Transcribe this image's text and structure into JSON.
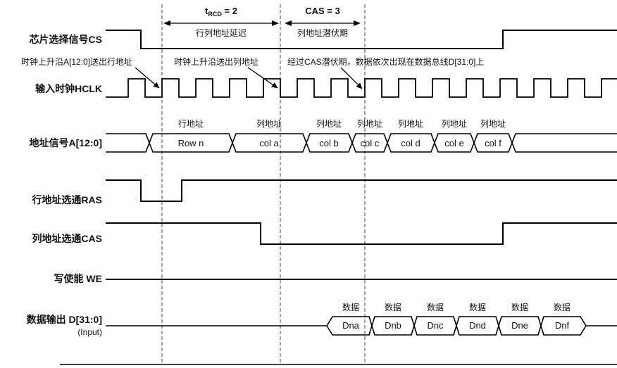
{
  "timing": {
    "trcd": {
      "prefix": "t",
      "sub": "RCD",
      "rest": " = 2",
      "desc": "行列地址延迟"
    },
    "casl": {
      "label": "CAS = 3",
      "desc": "列地址潜伏期"
    }
  },
  "notes": {
    "row_note": "时钟上升沿A[12:0]送出行地址",
    "col_note": "时钟上升沿送出列地址",
    "data_note": "经过CAS潜伏期，数据依次出现在数据总线D[31:0]上"
  },
  "signals": {
    "cs": "芯片选择信号CS",
    "hclk": "输入时钟HCLK",
    "addr": "地址信号A[12:0]",
    "ras": "行地址选通RAS",
    "cas": "列地址选通CAS",
    "we": "写使能  WE",
    "data": "数据输出 D[31:0]",
    "data_sub": "(Input)"
  },
  "addr_bus": {
    "segments": [
      {
        "label": "行地址",
        "value": "Row n"
      },
      {
        "label": "列地址",
        "value": "col a"
      },
      {
        "label": "列地址",
        "value": "col b"
      },
      {
        "label": "列地址",
        "value": "col c"
      },
      {
        "label": "列地址",
        "value": "col d"
      },
      {
        "label": "列地址",
        "value": "col e"
      },
      {
        "label": "列地址",
        "value": "col f"
      }
    ]
  },
  "data_bus": {
    "segments": [
      {
        "label": "数据",
        "value": "Dna"
      },
      {
        "label": "数据",
        "value": "Dnb"
      },
      {
        "label": "数据",
        "value": "Dnc"
      },
      {
        "label": "数据",
        "value": "Dnd"
      },
      {
        "label": "数据",
        "value": "Dne"
      },
      {
        "label": "数据",
        "value": "Dnf"
      }
    ]
  }
}
